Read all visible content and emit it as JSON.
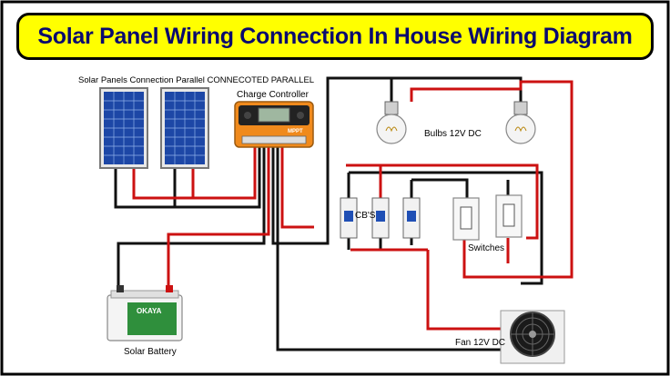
{
  "title": "Solar Panel Wiring Connection In House Wiring Diagram",
  "labels": {
    "panels": "Solar Panels Connection Parallel CONNECOTED PARALLEL",
    "controller": "Charge Controller",
    "bulbs": "Bulbs 12V DC",
    "cbs": "CB'S",
    "switches": "Switches",
    "battery": "Solar Battery",
    "fan": "Fan 12V DC",
    "battery_brand": "OKAYA",
    "controller_badge": "MPPT"
  },
  "colors": {
    "wire_red": "#cc1111",
    "wire_black": "#111111",
    "banner_bg": "#ffff00",
    "title_text": "#0a0a6e",
    "panel_blue": "#1d47a6",
    "controller_orange": "#f08a1c",
    "battery_green": "#2f8f3c"
  }
}
